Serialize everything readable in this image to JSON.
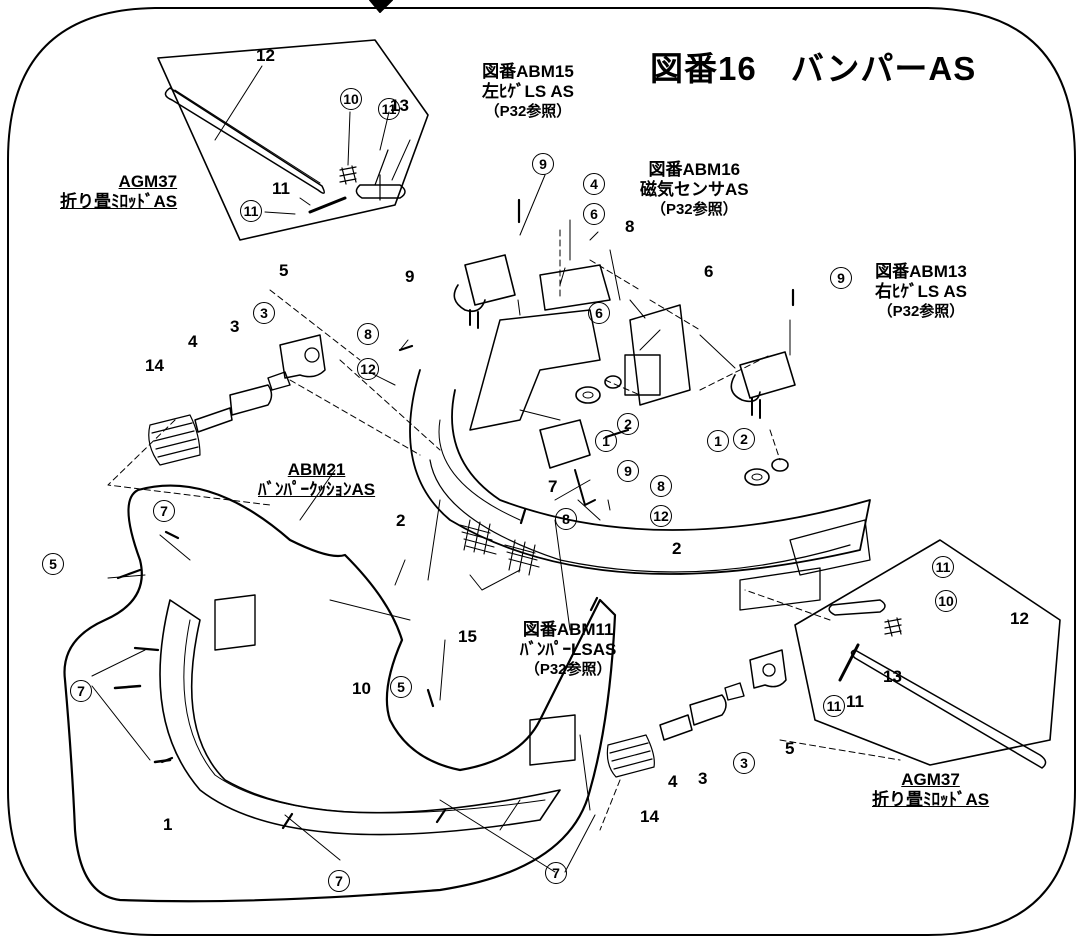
{
  "title": "図番16　バンパーAS",
  "references": {
    "abm15": [
      "図番ABM15",
      "左ﾋｹﾞLS AS",
      "（P32参照）"
    ],
    "abm16": [
      "図番ABM16",
      "磁気センサAS",
      "（P32参照）"
    ],
    "abm13": [
      "図番ABM13",
      "右ﾋｹﾞLS AS",
      "（P32参照）"
    ],
    "abm11": [
      "図番ABM11",
      "ﾊﾞﾝﾊﾟｰLSAS",
      "（P32参照）"
    ],
    "abm21": [
      "ABM21",
      "ﾊﾞﾝﾊﾟｰｸｯｼｮﾝAS"
    ],
    "agm37_top": [
      "AGM37",
      "折り畳ﾐﾛｯﾄﾞAS"
    ],
    "agm37_bottom": [
      "AGM37",
      "折り畳ﾐﾛｯﾄﾞAS"
    ]
  },
  "part_numbers": {
    "n1": "1",
    "n2": "2",
    "n3": "3",
    "n4": "4",
    "n5": "5",
    "n6": "6",
    "n7": "7",
    "n8": "8",
    "n9": "9",
    "n10": "10",
    "n11": "11",
    "n12": "12",
    "n13": "13",
    "n14": "14",
    "n15": "15"
  },
  "circled_numbers": {
    "c1": "1",
    "c2": "2",
    "c3": "3",
    "c4": "4",
    "c5": "5",
    "c6": "6",
    "c7": "7",
    "c8": "8",
    "c9": "9",
    "c10": "10",
    "c11": "11",
    "c12": "12"
  }
}
